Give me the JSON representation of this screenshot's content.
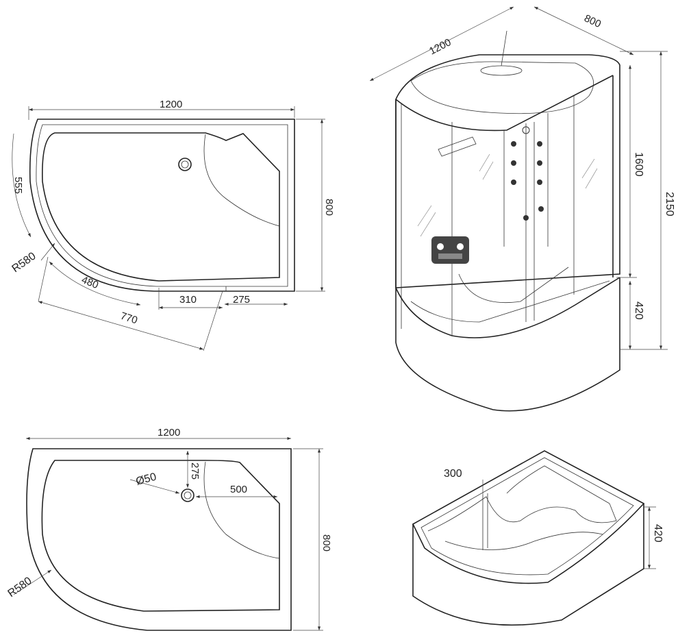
{
  "top_plan": {
    "width_label": "1200",
    "depth_label": "800",
    "arc_side_label": "555",
    "radius_label": "R580",
    "arc_front_label": "480",
    "chord_label": "770",
    "door_label": "310",
    "front_right_label": "275"
  },
  "cabin_view": {
    "width_label": "1200",
    "depth_label": "800",
    "cabin_height_label": "1600",
    "total_height_label": "2150",
    "tray_height_label": "420"
  },
  "tray_plan": {
    "width_label": "1200",
    "depth_label": "800",
    "drain_label": "Ø50",
    "drain_offset_label": "275",
    "seat_label": "500",
    "radius_label": "R580"
  },
  "tray_view": {
    "seat_depth_label": "300",
    "height_label": "420"
  }
}
